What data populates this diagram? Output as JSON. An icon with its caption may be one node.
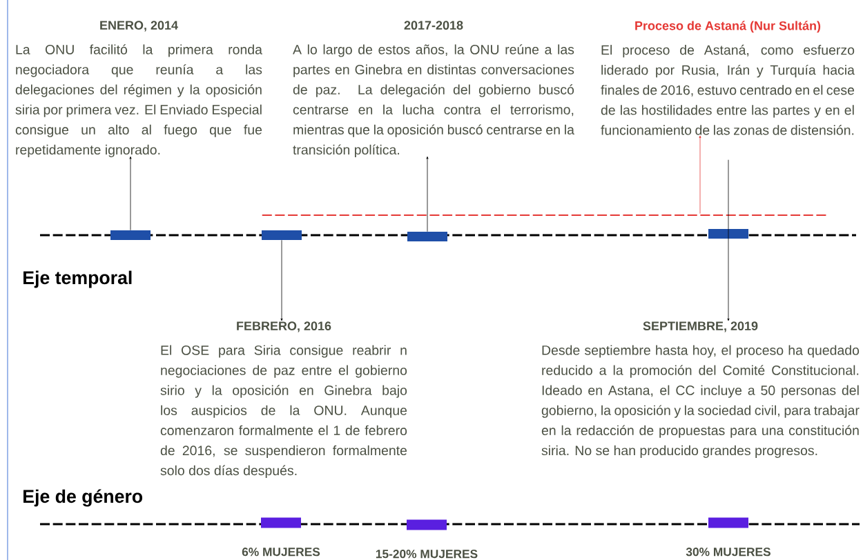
{
  "diagram": {
    "nodes": [
      {
        "text": [
          "ENERO, 2014",
          "La ONU facilitó la primera ronda negociadora que reunía a las delegaciones del régimen y la oposición siria por primera vez. El Enviado Especial consigue un alto al fuego que fue repetidamente ignorado."
        ]
      },
      {
        "text": [
          "2017-2018",
          "A lo largo de estos años, la ONU reúne a las partes en Ginebra en distintas conversaciones de paz. La delegación del gobierno buscó centrarse en la lucha contra el terrorismo, mientras que la oposición buscó centrarse en la transición política."
        ]
      },
      {
        "text": [
          "Proceso de Astaná (Nur Sultán)",
          "El proceso de Astaná, como esfuerzo liderado por Rusia, Irán y Turquía hacia finales de 2016, estuvo centrado en el cese de las hostilidades entre las partes y en el funcionamiento de las zonas de distensión."
        ]
      },
      {
        "text": [
          "FEBRERO, 2016",
          "El OSE para Siria consigue reabrir n negociaciones de paz entre el gobierno sirio y la oposición en Ginebra bajo los auspicios de la ONU. Aunque comenzaron formalmente el 1 de febrero de 2016, se suspendieron formalmente solo dos días después."
        ]
      },
      {
        "text": [
          "SEPTIEMBRE, 2019",
          "Desde septiembre hasta hoy, el proceso ha quedado reducido a la promoción del Comité Constitucional. Ideado en Astana, el CC incluye a 50 personas del gobierno, la oposición y la sociedad civil, para trabajar en la redacción de propuestas para una constitución siria. No se han producido grandes progresos."
        ]
      },
      {
        "text": [],
        "shape": "bar"
      },
      {
        "text": [],
        "shape": "bar"
      },
      {
        "text": [],
        "shape": "bar"
      },
      {
        "text": [],
        "shape": "bar"
      },
      {
        "text": [],
        "shape": "line"
      },
      {
        "text": [],
        "shape": "bar",
        "beside": [
          "6% MUJERES"
        ]
      },
      {
        "text": [],
        "shape": "bar",
        "beside": [
          "15-20% MUJERES"
        ]
      },
      {
        "text": [],
        "shape": "bar",
        "beside": [
          "30% MUJERES"
        ]
      }
    ],
    "edges": [
      {
        "from": 5,
        "to": 0,
        "arrow": "to"
      },
      {
        "from": 6,
        "to": 3,
        "arrow": "to"
      },
      {
        "from": 7,
        "to": 1,
        "arrow": "to"
      },
      {
        "from": 9,
        "to": 2,
        "arrow": "to",
        "color": "#e53935"
      },
      {
        "from": 8,
        "to": 4,
        "arrow": "to"
      }
    ],
    "labels": [
      "Eje temporal",
      "Eje de género"
    ]
  }
}
